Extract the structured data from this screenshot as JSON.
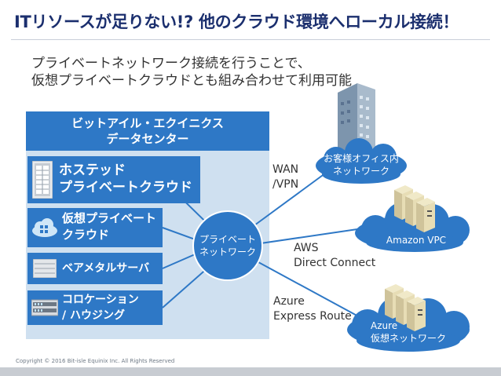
{
  "title": "ITリソースが足りない!? 他のクラウド環境へローカル接続！",
  "subtitle": {
    "line1": "プライベートネットワーク接続を行うことで、",
    "line2": "仮想プライベートクラウドとも組み合わせて利用可能"
  },
  "datacenter": {
    "line1": "ビットアイル・エクイニクス",
    "line2": "データセンター"
  },
  "services": {
    "hosted": {
      "line1": "ホステッド",
      "line2": "プライベートクラウド",
      "icon": "server-rack-icon"
    },
    "vpc": {
      "line1": "仮想プライベート",
      "line2": "クラウド",
      "icon": "cloud-icon"
    },
    "baremetal": {
      "line1": "ベアメタルサーバ",
      "icon": "server-icon"
    },
    "colocation": {
      "line1": "コロケーション",
      "line2": "/ ハウジング",
      "icon": "rack-appliance-icon"
    }
  },
  "hub": {
    "line1": "プライベート",
    "line2": "ネットワーク"
  },
  "destinations": {
    "office": {
      "line1": "お客様オフィス内",
      "line2": "ネットワーク",
      "icon": "building-icon"
    },
    "aws": {
      "line1": "Amazon VPC",
      "icon": "servers-icon"
    },
    "azure": {
      "line1": "Azure",
      "line2": "仮想ネットワーク",
      "icon": "servers-icon"
    }
  },
  "links": {
    "wan": {
      "line1": "WAN",
      "line2": "/VPN"
    },
    "aws": {
      "line1": "AWS",
      "line2": "Direct Connect"
    },
    "azure": {
      "line1": "Azure",
      "line2": "Express Route"
    }
  },
  "footer": "Copyright © 2016 Bit-isle Equinix Inc. All Rights Reserved",
  "colors": {
    "title": "#1b2f6e",
    "primary_blue": "#2e78c6",
    "panel_light": "#cfe0f0",
    "link_line": "#2e78c6"
  }
}
